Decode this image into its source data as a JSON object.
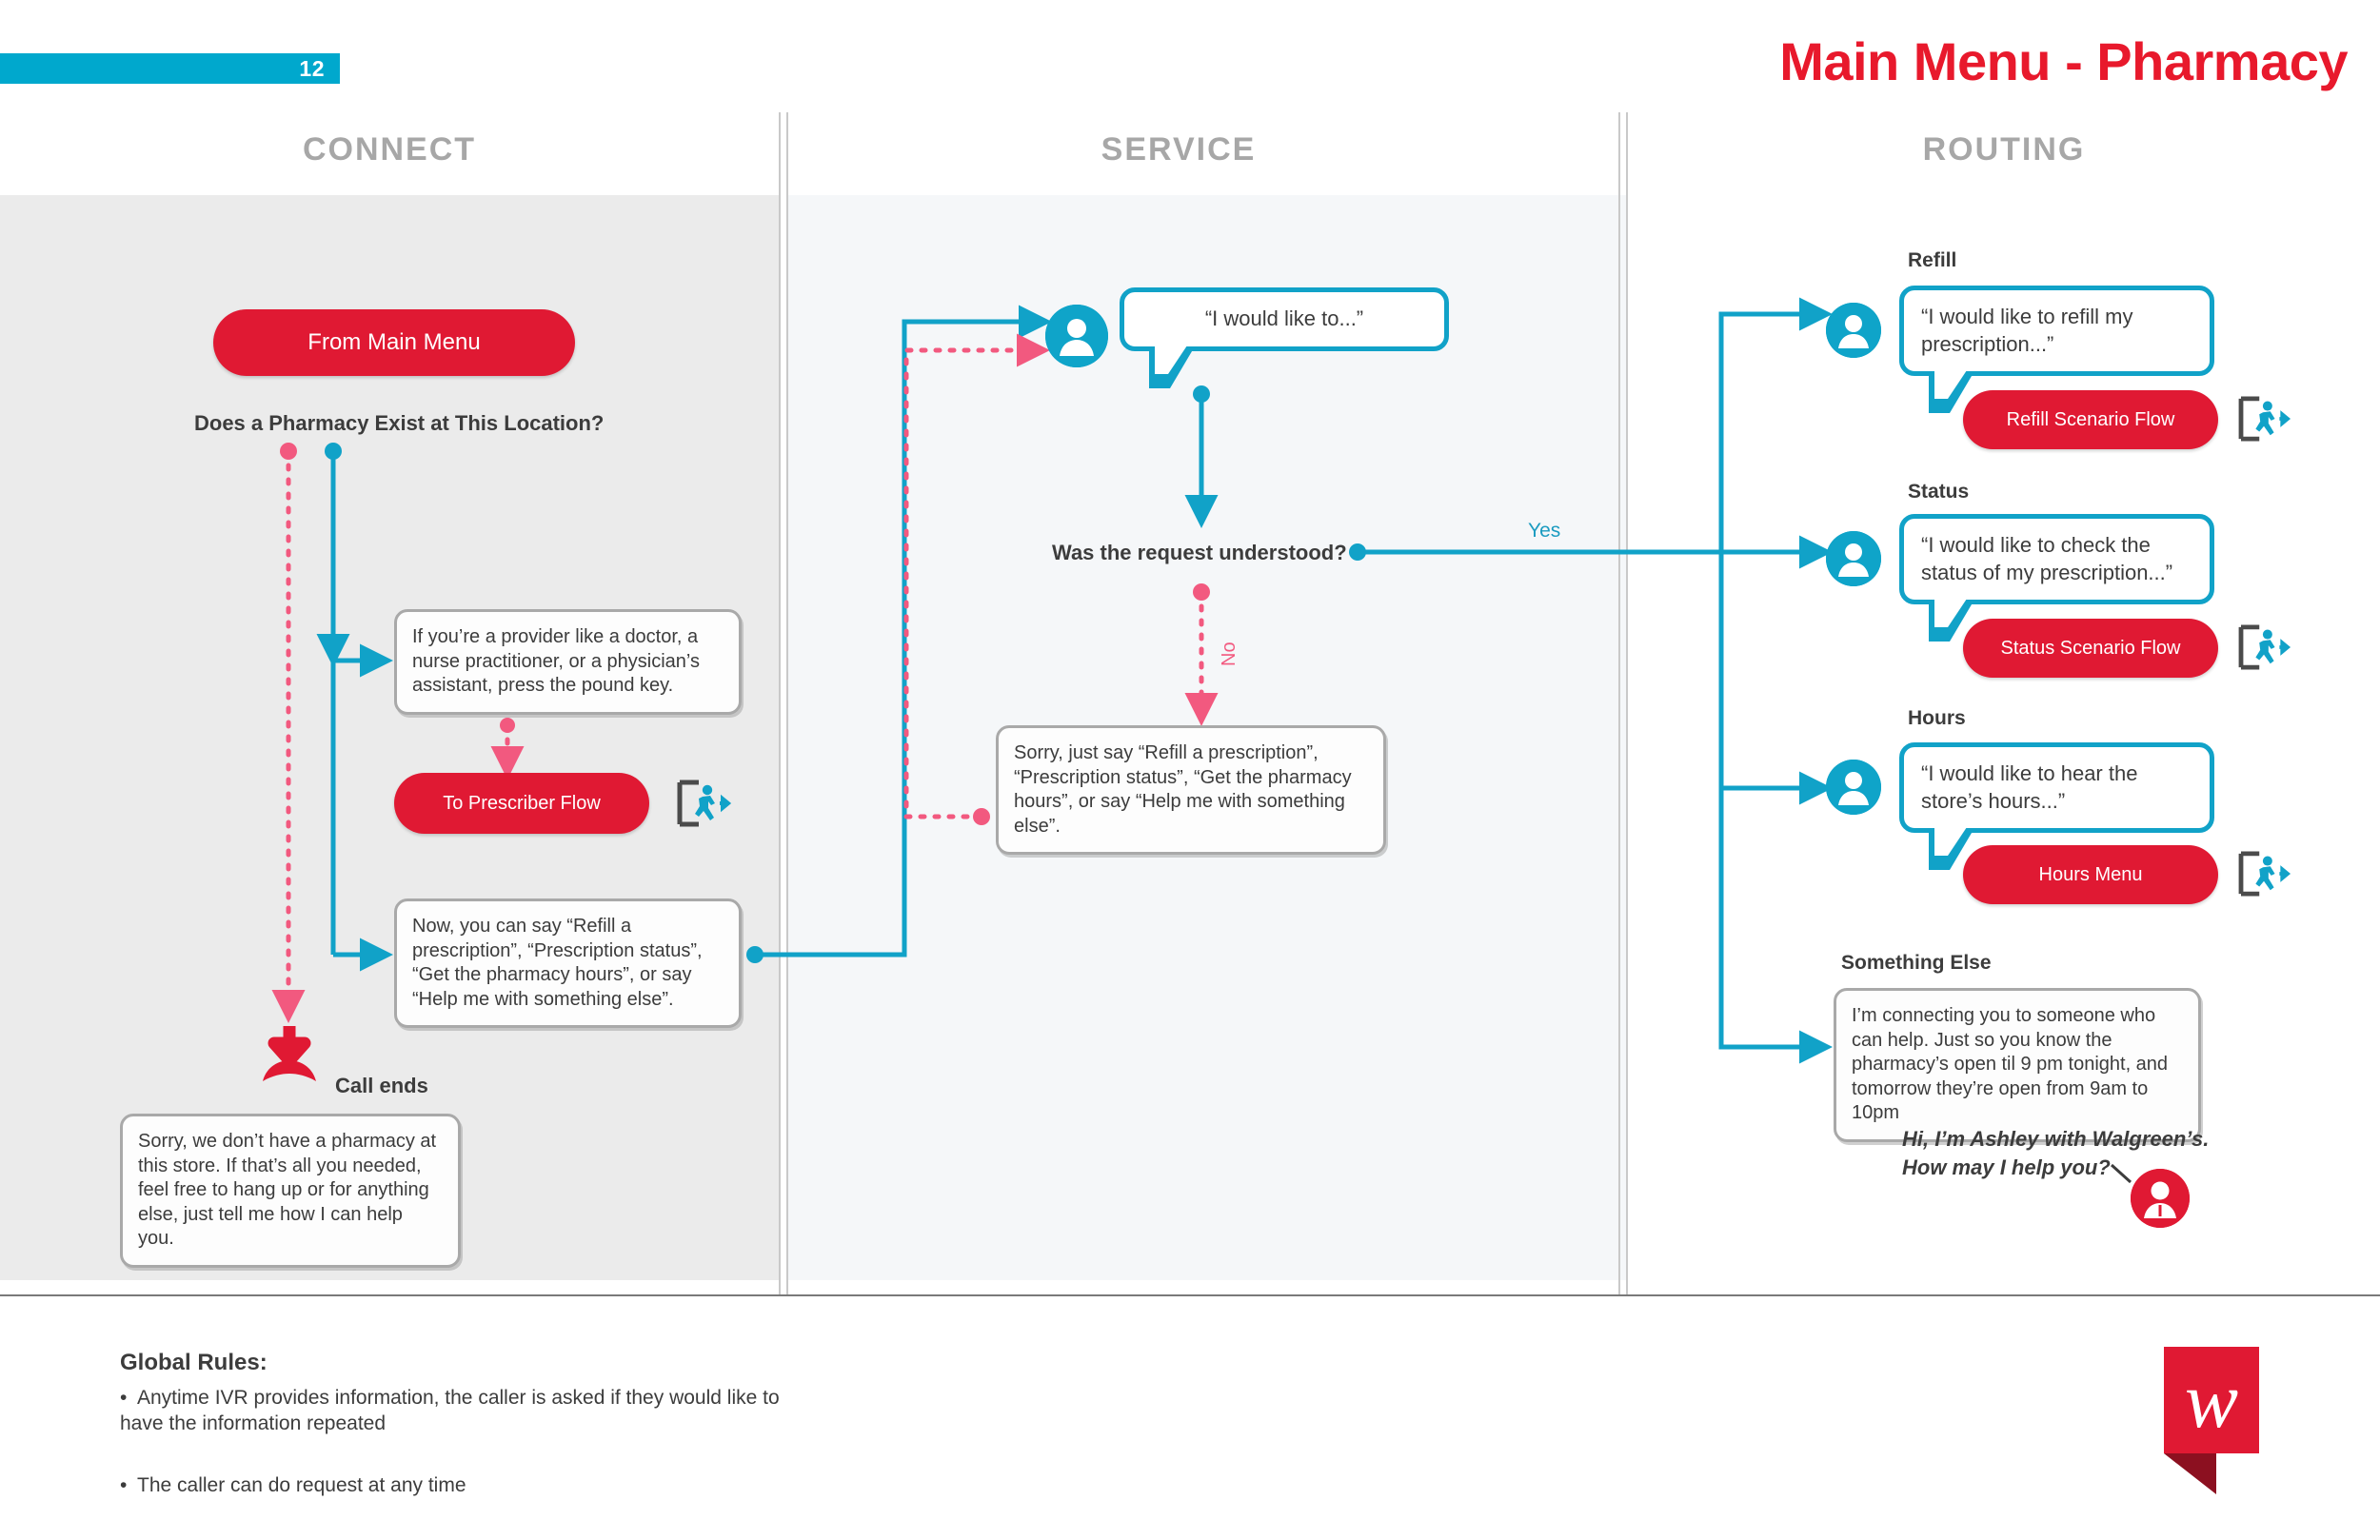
{
  "header": {
    "page_number": "12",
    "title": "Main Menu - Pharmacy"
  },
  "columns": [
    {
      "id": "connect",
      "label": "CONNECT"
    },
    {
      "id": "service",
      "label": "SERVICE"
    },
    {
      "id": "routing",
      "label": "ROUTING"
    }
  ],
  "connect": {
    "entry_button": "From Main Menu",
    "decision": "Does a Pharmacy Exist at This Location?",
    "provider_prompt": "If you’re a provider like a doctor, a nurse practitioner, or a physician’s assistant, press the pound key.",
    "prescriber_button": "To Prescriber Flow",
    "menu_prompt": "Now, you can say “Refill a prescription”, “Prescription status”, “Get the pharmacy hours”, or say “Help me with something else”.",
    "call_ends_label": "Call ends",
    "no_pharmacy_prompt": "Sorry, we don’t have a pharmacy at this store. If that’s all you needed, feel free to hang up or for anything else, just tell me how I can help you."
  },
  "service": {
    "caller_bubble": "“I would like to...”",
    "decision": "Was the request understood?",
    "yes_label": "Yes",
    "no_label": "No",
    "reprompt": "Sorry, just say “Refill a prescription”, “Prescription status”, “Get the pharmacy hours”, or say “Help me with something else”."
  },
  "routing": {
    "branches": [
      {
        "label": "Refill",
        "caller_bubble": "“I would like to refill my prescription...”",
        "action_button": "Refill Scenario Flow",
        "exit_icon": "exit-door-icon"
      },
      {
        "label": "Status",
        "caller_bubble": "“I would like to check the status of my prescription...”",
        "action_button": "Status Scenario Flow",
        "exit_icon": "exit-door-icon"
      },
      {
        "label": "Hours",
        "caller_bubble": "“I would like to hear the store’s hours...”",
        "action_button": "Hours Menu",
        "exit_icon": "exit-door-icon"
      }
    ],
    "something_else": {
      "label": "Something Else",
      "prompt": "I’m connecting you to someone who can help. Just so you know the pharmacy’s open til 9 pm tonight, and tomorrow they’re open from 9am to 10pm",
      "agent_line": "Hi, I’m Ashley with Walgreen’s. How may I help you?"
    }
  },
  "footer": {
    "rules_title": "Global Rules:",
    "rules": [
      "Anytime IVR provides information, the caller is asked if they would like to have the information repeated",
      "The caller can do request at any time"
    ],
    "logo_name": "walgreens-logo"
  },
  "colors": {
    "brand_red": "#e01933",
    "brand_cyan": "#00a8cd",
    "accent_pink": "#f2597f",
    "panel_grey": "#ebebeb",
    "panel_blue_grey": "#f5f7f9"
  }
}
